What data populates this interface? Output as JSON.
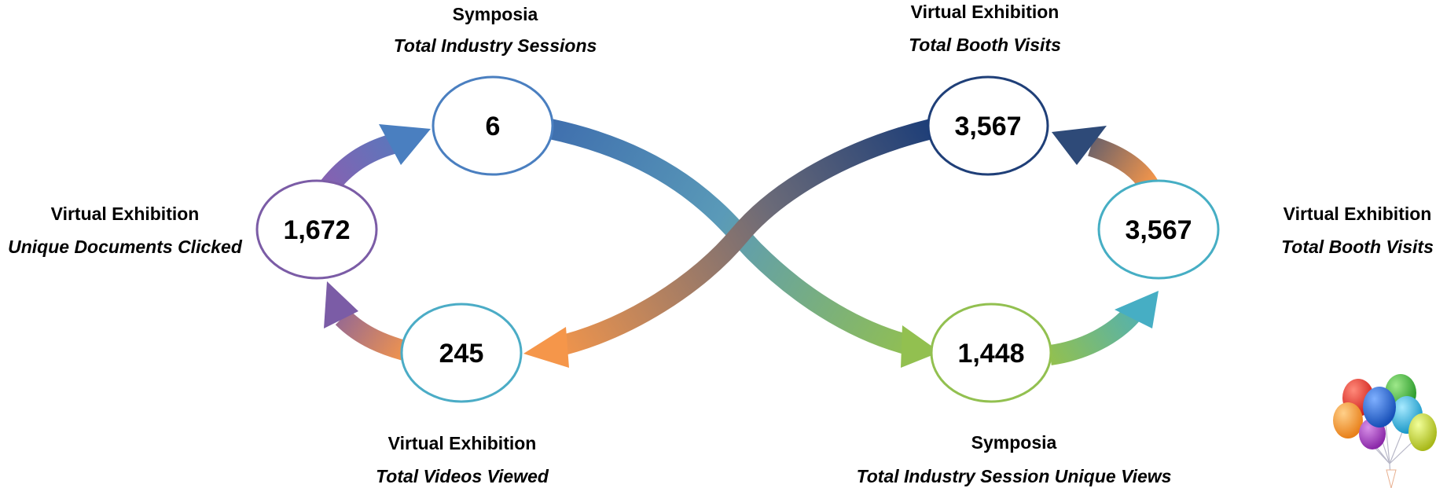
{
  "nodes": {
    "symposia_sessions": {
      "value": "6",
      "title": "Symposia",
      "subtitle": "Total Industry Sessions",
      "color": "#4a7fc0"
    },
    "booth_visits_top": {
      "value": "3,567",
      "title": "Virtual Exhibition",
      "subtitle": "Total Booth Visits",
      "color": "#1f3f78"
    },
    "booth_visits_right": {
      "value": "3,567",
      "title": "Virtual Exhibition",
      "subtitle": "Total Booth Visits",
      "color": "#46aec4"
    },
    "unique_views": {
      "value": "1,448",
      "title": "Symposia",
      "subtitle": "Total Industry Session Unique Views",
      "color": "#92c050"
    },
    "videos_viewed": {
      "value": "245",
      "title": "Virtual Exhibition",
      "subtitle": "Total Videos Viewed",
      "color": "#4bacc6"
    },
    "documents_clicked": {
      "value": "1,672",
      "title": "Virtual Exhibition",
      "subtitle": "Unique Documents Clicked",
      "color": "#7b5ca6"
    }
  },
  "arrow_colors": {
    "purple": "#7f65b3",
    "blue": "#4a7fc0",
    "dark_blue": "#1f3f78",
    "teal": "#46aec4",
    "green": "#92c050",
    "orange": "#f5964a"
  },
  "decoration": {
    "icon": "balloons-icon"
  }
}
